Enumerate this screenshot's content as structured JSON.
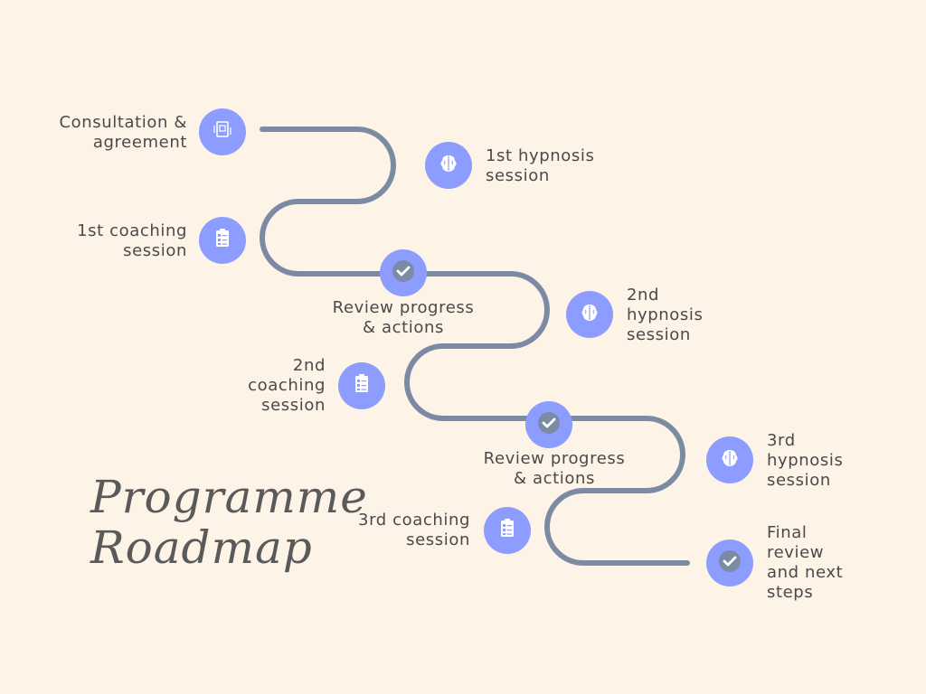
{
  "title": "Programme\nRoadmap",
  "colors": {
    "background": "#fdf3e6",
    "path": "#7c8ba4",
    "circle": "#8d9cff",
    "check": "#7c8ba4",
    "text": "#4a4a4a"
  },
  "steps": [
    {
      "label": "Consultation &\nagreement",
      "icon": "document-icon"
    },
    {
      "label": "1st hypnosis\nsession",
      "icon": "brain-icon"
    },
    {
      "label": "1st coaching\nsession",
      "icon": "clipboard-icon"
    },
    {
      "label": "Review progress\n& actions",
      "icon": "check-icon"
    },
    {
      "label": "2nd\nhypnosis\nsession",
      "icon": "brain-icon"
    },
    {
      "label": "2nd\ncoaching\nsession",
      "icon": "clipboard-icon"
    },
    {
      "label": "Review progress\n& actions",
      "icon": "check-icon"
    },
    {
      "label": "3rd\nhypnosis\nsession",
      "icon": "brain-icon"
    },
    {
      "label": "3rd coaching\nsession",
      "icon": "clipboard-icon"
    },
    {
      "label": "Final\nreview\nand next\nsteps",
      "icon": "check-icon"
    }
  ]
}
